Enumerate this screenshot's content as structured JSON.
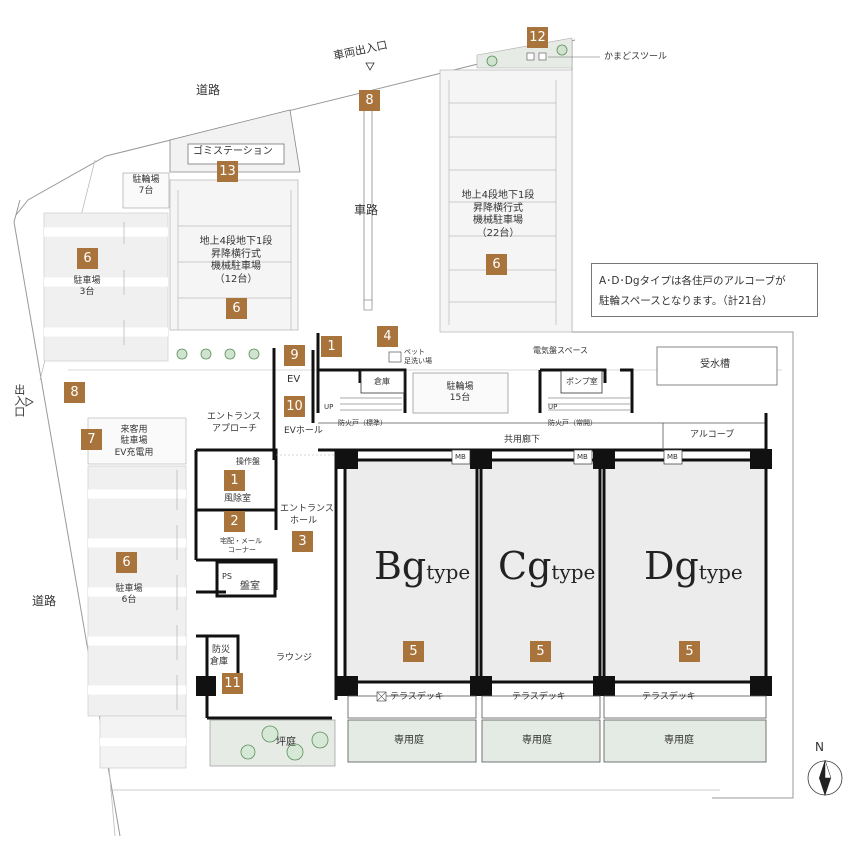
{
  "roads": {
    "top": "道路",
    "left": "道路",
    "inner": "車路"
  },
  "entries": {
    "vehicle": "車両出入口",
    "side": "出入口"
  },
  "kamado": "かまどスツール",
  "garbage": "ゴミステーション",
  "bike7": {
    "title": "駐輪場",
    "count": "7台"
  },
  "bike15": {
    "title": "駐輪場",
    "count": "15台"
  },
  "park3": {
    "title": "駐車場",
    "count": "3台"
  },
  "park6": {
    "title": "駐車場",
    "count": "6台"
  },
  "visitor": {
    "l1": "来客用",
    "l2": "駐車場",
    "l3": "EV充電用"
  },
  "mech12": {
    "l1": "地上4段地下1段",
    "l2": "昇降横行式",
    "l3": "機械駐車場",
    "l4": "（12台）"
  },
  "mech22": {
    "l1": "地上4段地下1段",
    "l2": "昇降横行式",
    "l3": "機械駐車場",
    "l4": "（22台）"
  },
  "note": {
    "l1": "A･D･Dgタイプは各住戸のアルコーブが",
    "l2": "駐輪スペースとなります。（計21台）"
  },
  "rooms": {
    "water_tank": "受水槽",
    "electrical": "電気盤スペース",
    "pump": "ポンプ室",
    "storage": "倉庫",
    "pet": "ペット",
    "footwash": "足洗い場",
    "ev": "EV",
    "ev_hall": "EVホール",
    "entrance_approach_1": "エントランス",
    "entrance_approach_2": "アプローチ",
    "control_panel": "操作盤",
    "windbreak": "風除室",
    "delivery_1": "宅配・メール",
    "delivery_2": "コーナー",
    "entrance_hall_1": "エントランス",
    "entrance_hall_2": "ホール",
    "ps": "PS",
    "panel_room": "盤室",
    "disaster_1": "防災",
    "disaster_2": "倉庫",
    "lounge": "ラウンジ",
    "courtyard": "坪庭",
    "corridor": "共用廊下",
    "alcove": "アルコーブ",
    "firedoor_left": "防火戸（標準）",
    "firedoor_right": "防火戸（常開）",
    "up": "UP",
    "mb": "MB",
    "terrace": "テラスデッキ",
    "private_garden": "専用庭"
  },
  "units": [
    {
      "main": "Bg",
      "sub": "type"
    },
    {
      "main": "Cg",
      "sub": "type"
    },
    {
      "main": "Dg",
      "sub": "type"
    }
  ],
  "badges": {
    "b12": "12",
    "b8a": "8",
    "b8b": "8",
    "b13": "13",
    "b6a": "6",
    "b6b": "6",
    "b6c": "6",
    "b6d": "6",
    "b7": "7",
    "b1a": "1",
    "b1b": "1",
    "b2": "2",
    "b3": "3",
    "b4": "4",
    "b9": "9",
    "b10": "10",
    "b11": "11",
    "b5a": "5",
    "b5b": "5",
    "b5c": "5"
  },
  "compass": "N",
  "colors": {
    "badge": "#a9743c",
    "unit_fill": "#ececec",
    "wall": "#111111"
  }
}
